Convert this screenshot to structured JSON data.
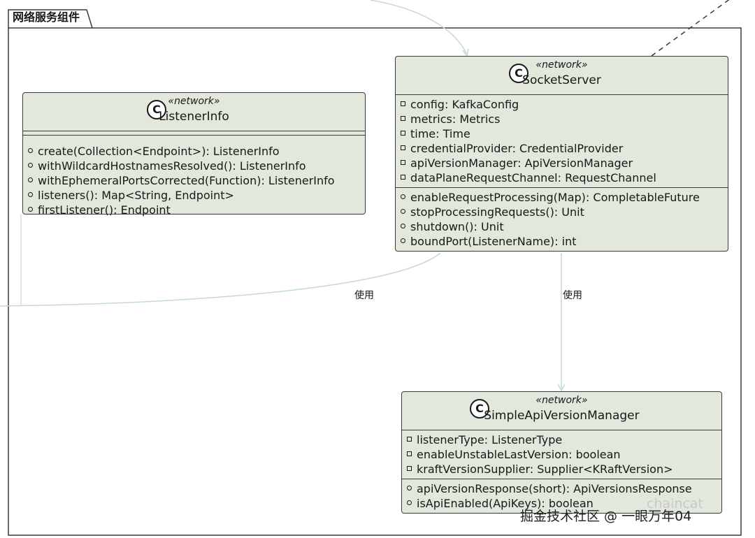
{
  "package": {
    "title": "网络服务组件"
  },
  "classes": {
    "listener_info": {
      "stereotype": "«network»",
      "name": "ListenerInfo",
      "icon": "C",
      "fields": [],
      "methods": [
        {
          "vis": "public",
          "text": "create(Collection<Endpoint>): ListenerInfo"
        },
        {
          "vis": "public",
          "text": "withWildcardHostnamesResolved(): ListenerInfo"
        },
        {
          "vis": "public",
          "text": "withEphemeralPortsCorrected(Function): ListenerInfo"
        },
        {
          "vis": "public",
          "text": "listeners(): Map<String, Endpoint>"
        },
        {
          "vis": "public",
          "text": "firstListener(): Endpoint"
        }
      ]
    },
    "socket_server": {
      "stereotype": "«network»",
      "name": "SocketServer",
      "icon": "C",
      "fields": [
        {
          "vis": "private",
          "text": "config: KafkaConfig"
        },
        {
          "vis": "private",
          "text": "metrics: Metrics"
        },
        {
          "vis": "private",
          "text": "time: Time"
        },
        {
          "vis": "private",
          "text": "credentialProvider: CredentialProvider"
        },
        {
          "vis": "private",
          "text": "apiVersionManager: ApiVersionManager"
        },
        {
          "vis": "private",
          "text": "dataPlaneRequestChannel: RequestChannel"
        }
      ],
      "methods": [
        {
          "vis": "public",
          "text": "enableRequestProcessing(Map): CompletableFuture"
        },
        {
          "vis": "public",
          "text": "stopProcessingRequests(): Unit"
        },
        {
          "vis": "public",
          "text": "shutdown(): Unit"
        },
        {
          "vis": "public",
          "text": "boundPort(ListenerName): int"
        }
      ]
    },
    "simple_api_version_manager": {
      "stereotype": "«network»",
      "name": "SimpleApiVersionManager",
      "icon": "C",
      "fields": [
        {
          "vis": "private",
          "text": "listenerType: ListenerType"
        },
        {
          "vis": "private",
          "text": "enableUnstableLastVersion: boolean"
        },
        {
          "vis": "private",
          "text": "kraftVersionSupplier: Supplier<KRaftVersion>"
        }
      ],
      "methods": [
        {
          "vis": "public",
          "text": "apiVersionResponse(short): ApiVersionsResponse"
        },
        {
          "vis": "public",
          "text": "isApiEnabled(ApiKeys): boolean"
        }
      ]
    }
  },
  "edges": {
    "uses_left": {
      "label": "使用"
    },
    "uses_down": {
      "label": "使用"
    }
  },
  "watermark": {
    "cn": "掘金技术社区 @ 一眼万年04",
    "latin": "chaincat"
  },
  "colors": {
    "class_fill": "#e2e9dc",
    "border": "#3a3a3a",
    "edge": "#c5dccd",
    "text": "#181818"
  }
}
